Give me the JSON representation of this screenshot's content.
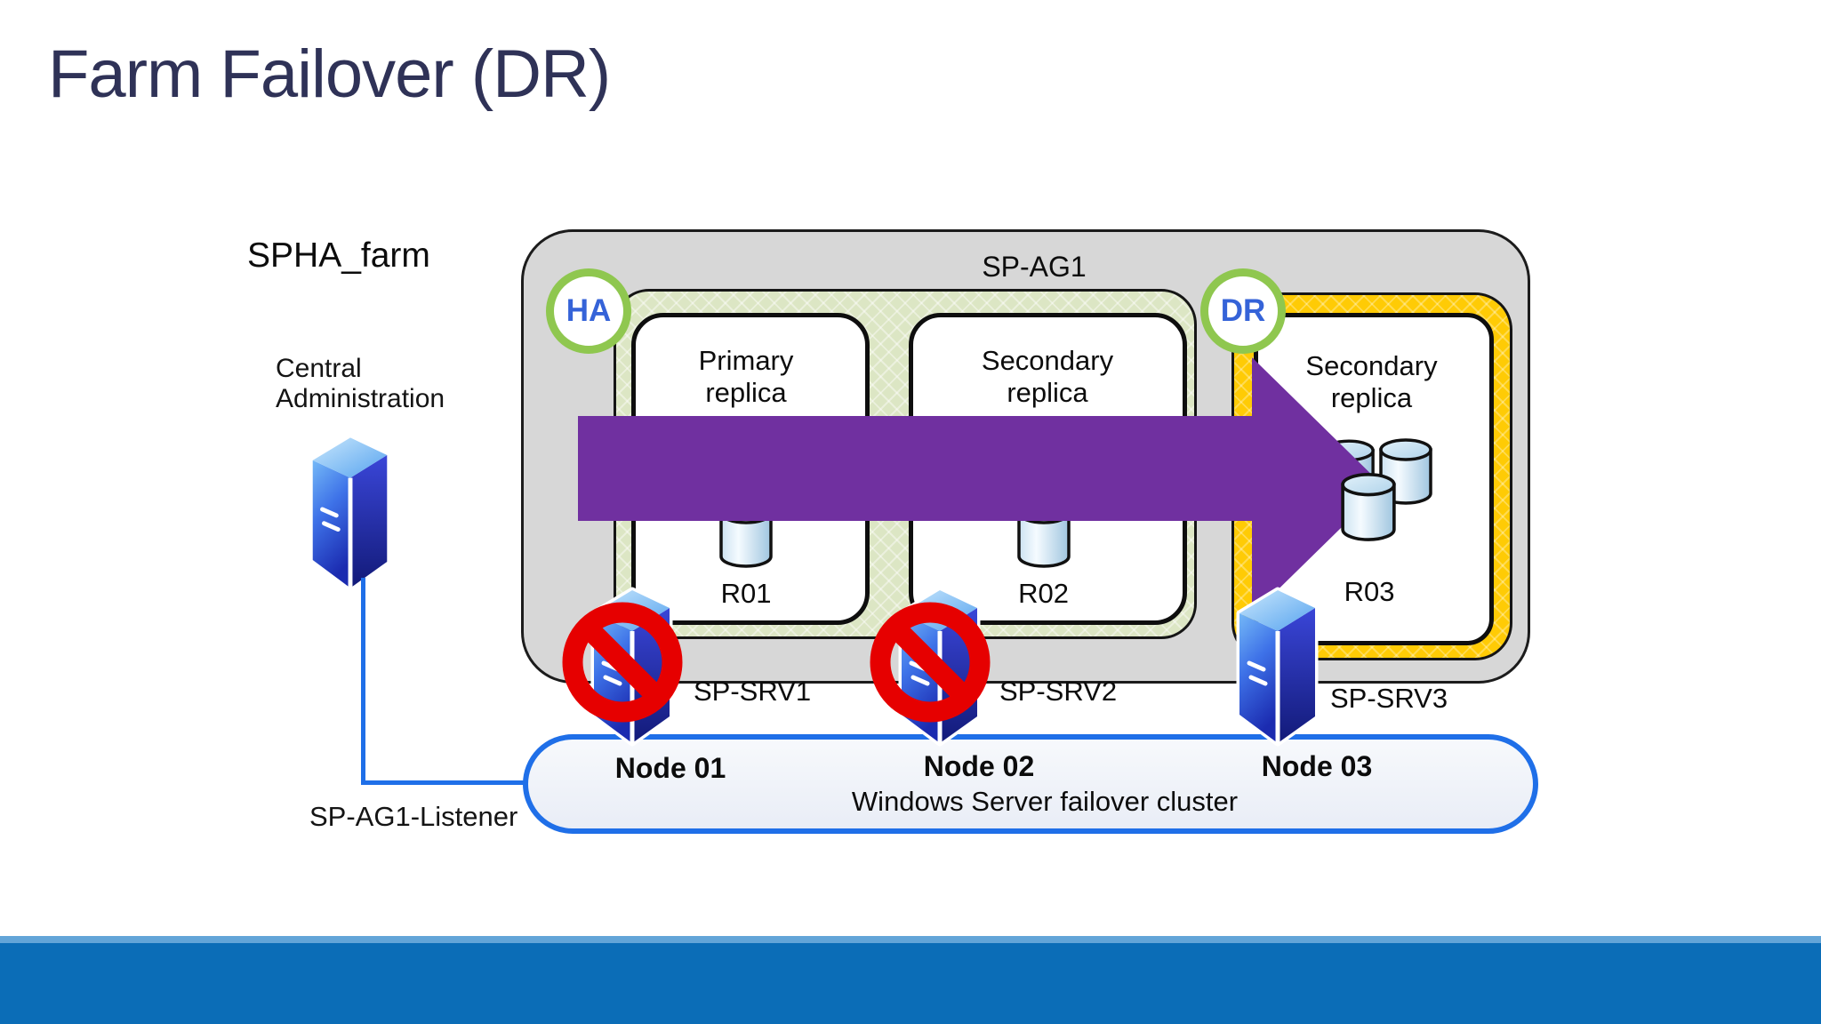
{
  "title": "Farm Failover (DR)",
  "farm": {
    "name": "SPHA_farm",
    "central_admin_label": "Central Administration",
    "listener_label": "SP-AG1-Listener"
  },
  "availability_group": {
    "name": "SP-AG1",
    "ha_badge": "HA",
    "dr_badge": "DR"
  },
  "replicas": [
    {
      "role": "Primary replica",
      "id": "R01",
      "zone": "HA"
    },
    {
      "role": "Secondary replica",
      "id": "R02",
      "zone": "HA"
    },
    {
      "role": "Secondary replica",
      "id": "R03",
      "zone": "DR"
    }
  ],
  "servers": [
    {
      "name": "SP-SRV1",
      "node": "Node 01",
      "blocked": true
    },
    {
      "name": "SP-SRV2",
      "node": "Node 02",
      "blocked": true
    },
    {
      "name": "SP-SRV3",
      "node": "Node 03",
      "blocked": false
    }
  ],
  "cluster_label": "Windows Server failover cluster",
  "icons": {
    "server": "server-tower-icon",
    "database": "database-cylinder-icon",
    "blocked": "prohibition-icon",
    "failover": "failover-arrow"
  },
  "colors": {
    "title_text": "#2F3257",
    "farm_box_fill": "#D7D7D7",
    "ha_zone_fill": "#DCE6C4",
    "dr_zone_fill": "#FFCB05",
    "badge_ring": "#8FC74F",
    "badge_text": "#3563D8",
    "arrow_purple": "#7030A0",
    "cluster_border": "#1F6FE8",
    "cluster_fill": "#EEF2F9",
    "blocked_red": "#E60000",
    "footer_bar": "#0B6DB7",
    "footer_bar_light": "#63A5D8"
  }
}
